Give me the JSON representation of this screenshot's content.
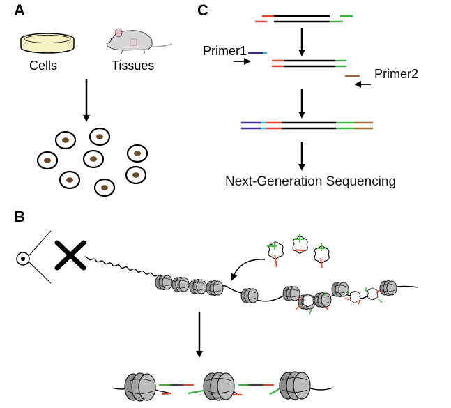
{
  "panels": {
    "a": {
      "letter": "A",
      "cells_label": "Cells",
      "tissues_label": "Tissues"
    },
    "b": {
      "letter": "B"
    },
    "c": {
      "letter": "C",
      "primer1_label": "Primer1",
      "primer2_label": "Primer2",
      "output_label": "Next-Generation Sequencing"
    }
  },
  "colors": {
    "adapter_red": "#e8432a",
    "adapter_green": "#3cb43c",
    "primer_purple": "#3b2f8f",
    "primer_cyan": "#2fb5e0",
    "primer_brown": "#9a6a3c",
    "dna_black": "#000000",
    "nucleosome_gray": "#9a9a9a",
    "nucleus_brown": "#6b4a2a",
    "dish_yellow": "#f6f1c4"
  }
}
